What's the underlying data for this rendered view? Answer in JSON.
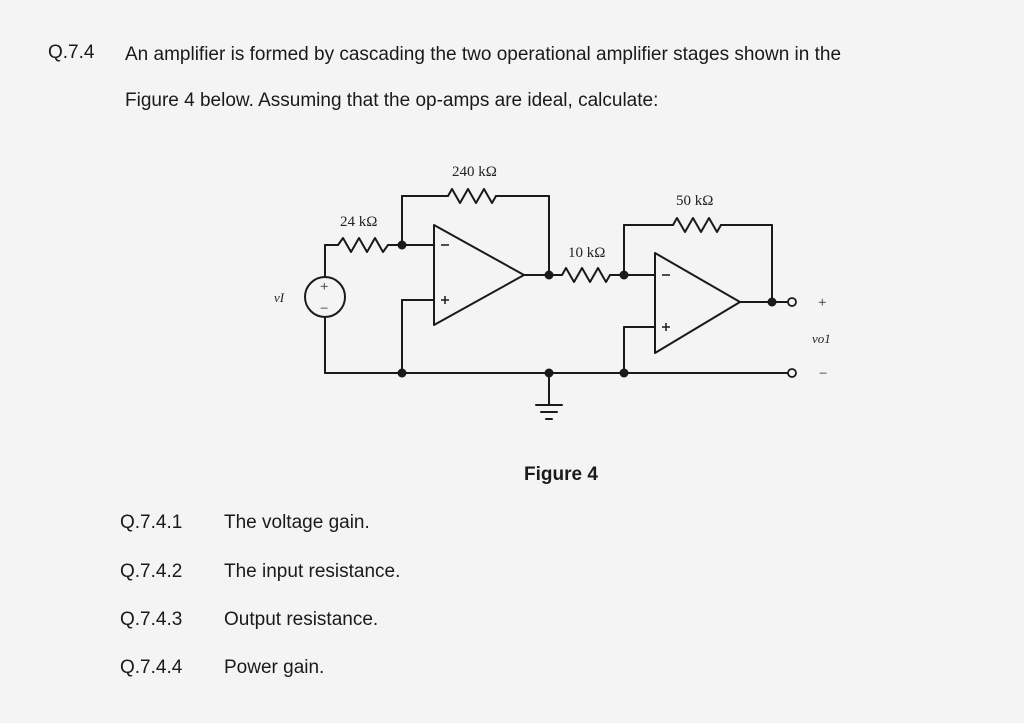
{
  "question": {
    "number": "Q.7.4",
    "line1": "An amplifier is formed by cascading the two operational amplifier stages shown in the",
    "line2": "Figure 4 below. Assuming that the op-amps are ideal, calculate:"
  },
  "figure": {
    "caption": "Figure 4",
    "labels": {
      "r_feedback1": "240 kΩ",
      "r_input1": "24 kΩ",
      "r_input2": "10 kΩ",
      "r_feedback2": "50 kΩ",
      "vin": "vI",
      "vout": "vo1",
      "plus": "+",
      "minus": "−"
    }
  },
  "subquestions": [
    {
      "number": "Q.7.4.1",
      "text": "The voltage gain."
    },
    {
      "number": "Q.7.4.2",
      "text": "The input resistance."
    },
    {
      "number": "Q.7.4.3",
      "text": "Output resistance."
    },
    {
      "number": "Q.7.4.4",
      "text": "Power gain."
    }
  ]
}
